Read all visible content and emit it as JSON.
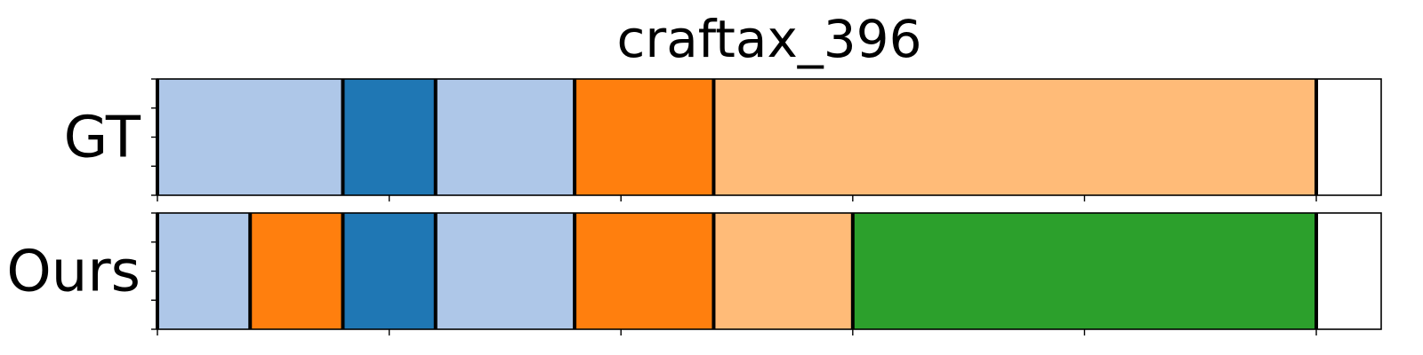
{
  "chart_data": {
    "type": "segment-timeline",
    "title": "craftax_396",
    "x_range": [
      0,
      528
    ],
    "x_ticks": [
      0,
      100,
      200,
      300,
      400,
      500
    ],
    "rows": [
      {
        "label": "GT",
        "segments": [
          {
            "start": 0,
            "end": 80,
            "color": "#aec7e8"
          },
          {
            "start": 80,
            "end": 120,
            "color": "#1f77b4"
          },
          {
            "start": 120,
            "end": 180,
            "color": "#aec7e8"
          },
          {
            "start": 180,
            "end": 240,
            "color": "#ff7f0e"
          },
          {
            "start": 240,
            "end": 500,
            "color": "#ffbb78"
          }
        ]
      },
      {
        "label": "Ours",
        "segments": [
          {
            "start": 0,
            "end": 40,
            "color": "#aec7e8"
          },
          {
            "start": 40,
            "end": 80,
            "color": "#ff7f0e"
          },
          {
            "start": 80,
            "end": 120,
            "color": "#1f77b4"
          },
          {
            "start": 120,
            "end": 180,
            "color": "#aec7e8"
          },
          {
            "start": 180,
            "end": 240,
            "color": "#ff7f0e"
          },
          {
            "start": 240,
            "end": 300,
            "color": "#ffbb78"
          },
          {
            "start": 300,
            "end": 500,
            "color": "#2ca02c"
          }
        ]
      }
    ]
  }
}
